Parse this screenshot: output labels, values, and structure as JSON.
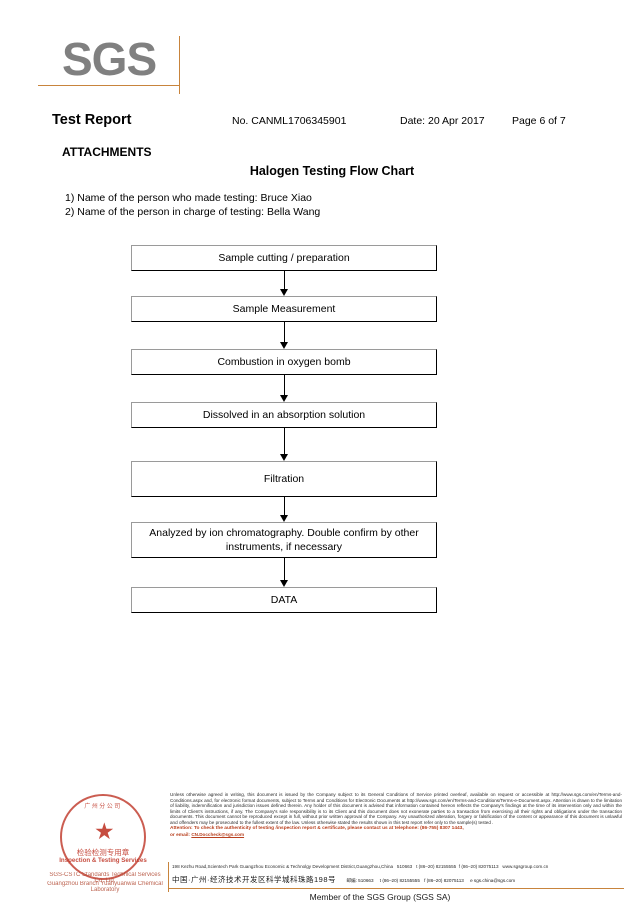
{
  "logo": {
    "text": "SGS",
    "accent_color": "#c8843c",
    "logo_color": "#808080"
  },
  "header": {
    "doc_title": "Test Report",
    "report_no": "No. CANML1706345901",
    "date": "Date: 20 Apr 2017",
    "page": "Page 6 of 7",
    "section": "ATTACHMENTS"
  },
  "flow_section": {
    "title": "Halogen Testing Flow Chart",
    "notes": [
      "1) Name of the person who made testing: Bruce Xiao",
      "2) Name of the person in charge of testing: Bella Wang"
    ]
  },
  "chart_data": {
    "type": "diagram",
    "title": "Halogen Testing Flow Chart",
    "orientation": "vertical",
    "nodes": [
      {
        "id": 1,
        "label": "Sample cutting / preparation",
        "lines": 1
      },
      {
        "id": 2,
        "label": "Sample Measurement",
        "lines": 1
      },
      {
        "id": 3,
        "label": "Combustion in oxygen bomb",
        "lines": 1
      },
      {
        "id": 4,
        "label": "Dissolved in an absorption solution",
        "lines": 1
      },
      {
        "id": 5,
        "label": "Filtration",
        "lines": 1
      },
      {
        "id": 6,
        "label": "Analyzed by ion chromatography. Double confirm by other instruments, if necessary",
        "lines": 2
      },
      {
        "id": 7,
        "label": "DATA",
        "lines": 1
      }
    ],
    "edges": [
      {
        "from": 1,
        "to": 2,
        "arrow": "down"
      },
      {
        "from": 2,
        "to": 3,
        "arrow": "down"
      },
      {
        "from": 3,
        "to": 4,
        "arrow": "down"
      },
      {
        "from": 4,
        "to": 5,
        "arrow": "down"
      },
      {
        "from": 5,
        "to": 6,
        "arrow": "down"
      },
      {
        "from": 6,
        "to": 7,
        "arrow": "down"
      }
    ]
  },
  "stamp": {
    "arc_text": "广州分公司",
    "cn_main": "检验检测专用章",
    "en_main": "Inspection & Testing Services",
    "line1": "SGS-CSTC Standards Technical Services Co.,Ltd.",
    "line2": "Guangzhou Branch Yuanyuanwai Chemical Laboratory",
    "star": "★",
    "color": "#c0392b"
  },
  "footer": {
    "legal_p1": "Unless otherwise agreed in writing, this document is issued by the Company subject to its General Conditions of Service printed overleaf, available on request or accessible at http://www.sgs.com/en/Terms-and-Conditions.aspx and, for electronic format documents, subject to Terms and Conditions for Electronic Documents at http://www.sgs.com/en/Terms-and-Conditions/Terms-e-Document.aspx. Attention is drawn to the limitation of liability, indemnification and jurisdiction issues defined therein. Any holder of this document is advised that information contained hereon reflects the Company's findings at the time of its intervention only and within the limits of Client's instructions, if any. The Company's sole responsibility is to its Client and this document does not exonerate parties to a transaction from exercising all their rights and obligations under the transaction documents. This document cannot be reproduced except in full, without prior written approval of the Company. Any unauthorized alteration, forgery or falsification of the content or appearance of this document is unlawful and offenders may be prosecuted to the fullest extent of the law. Unless otherwise stated the results shown in this test report refer only to the sample(s) tested .",
    "attention": "Attention: To check the authenticity of testing /inspection report & certificate, please contact us at telephone: (86-755) 8307 1443,",
    "email_prefix": "or email: ",
    "email": "CN.Doccheck@sgs.com",
    "address_en": "198 Kezhu Road,Scientech Park Guangzhou Economic & Technolgy Development District,Guangzhou,China",
    "postcode_en": "510663",
    "tel_en": "t (86–20) 82155555",
    "fax_en": "f (86–20) 82075113",
    "web_en": "www.sgsgroup.com.cn",
    "address_cn": "中国·广州·经济技术开发区科学城科珠路198号",
    "postcode_cn_label": "邮编: 510663",
    "tel_cn": "t (86–20) 82155555",
    "fax_cn": "f (86–20) 82075113",
    "email_cn": "e sgs.china@sgs.com",
    "member": "Member of the SGS Group (SGS SA)",
    "rule_color": "#c8843c"
  }
}
